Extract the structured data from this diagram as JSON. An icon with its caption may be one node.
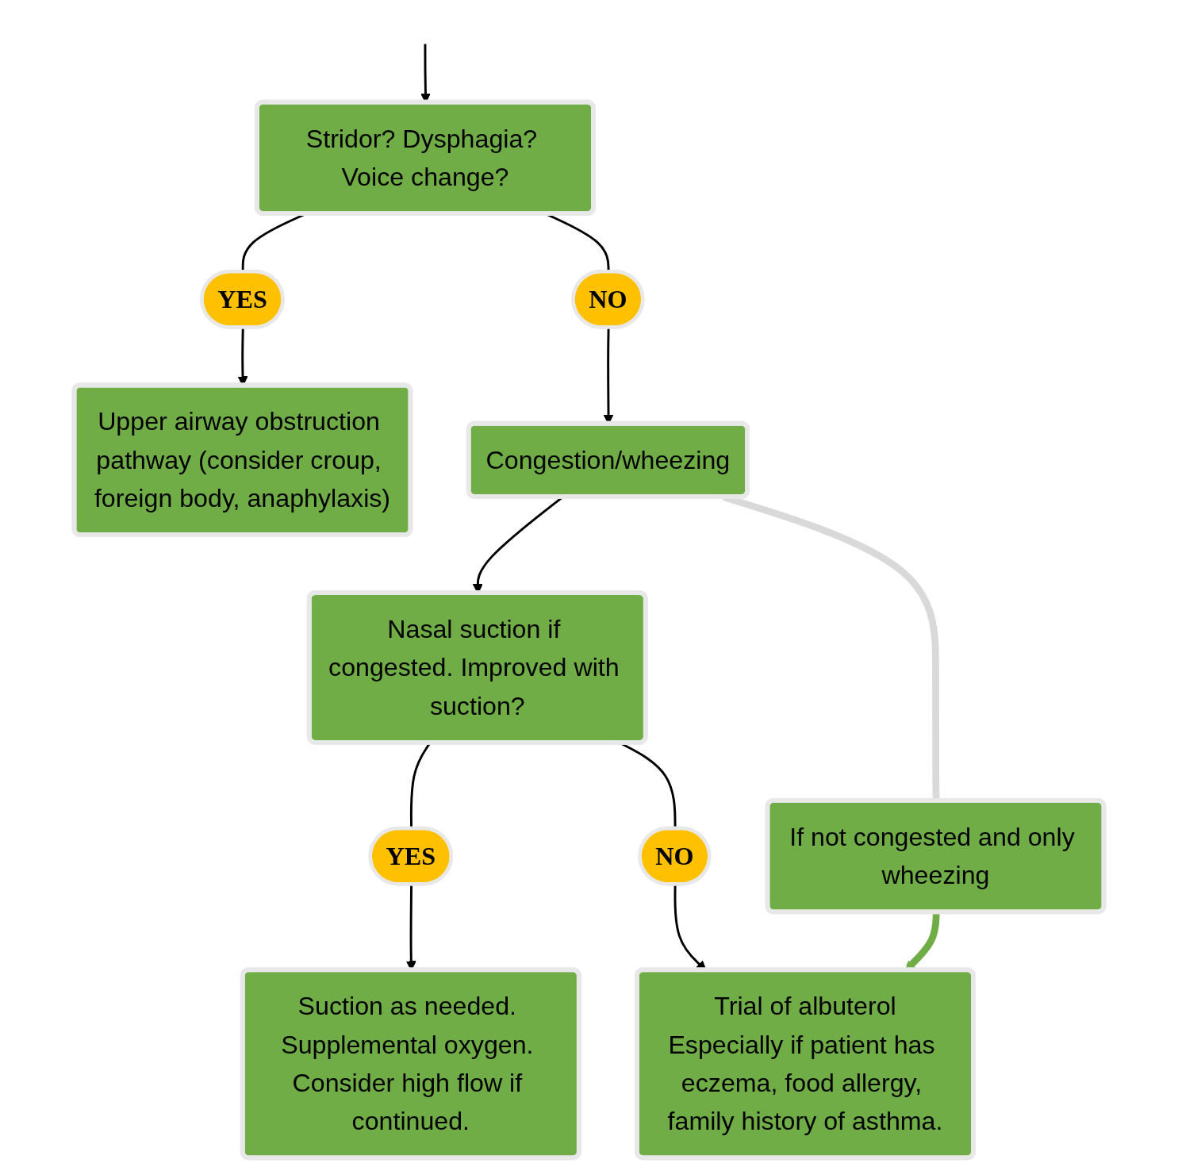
{
  "diagram": {
    "nodes": [
      {
        "text": [
          "Stridor? Dysphagia? Voice change?"
        ]
      },
      {
        "text": [
          "YES"
        ]
      },
      {
        "text": [
          "Upper airway obstruction pathway (consider croup, foreign body, anaphylaxis)"
        ]
      },
      {
        "text": [
          "NO"
        ]
      },
      {
        "text": [
          "Congestion/wheezing"
        ]
      },
      {
        "text": [
          "Nasal suction if congested. Improved with suction?"
        ]
      },
      {
        "text": [
          "YES"
        ]
      },
      {
        "text": [
          "Suction as needed. Supplemental oxygen. Consider high flow if continued."
        ]
      },
      {
        "text": [
          "If not congested and only wheezing"
        ]
      },
      {
        "text": [
          "NO"
        ]
      },
      {
        "text": [
          "Trial of albuterol",
          "Especially if patient has eczema, food allergy, family history of asthma."
        ]
      }
    ],
    "edges": [
      {
        "from": null,
        "to": 0,
        "arrow": "to"
      },
      {
        "from": 0,
        "to": 1,
        "arrow": "none"
      },
      {
        "from": 1,
        "to": 2,
        "arrow": "to"
      },
      {
        "from": 0,
        "to": 3,
        "arrow": "none"
      },
      {
        "from": 3,
        "to": 4,
        "arrow": "to"
      },
      {
        "from": 4,
        "to": 5,
        "arrow": "to"
      },
      {
        "from": 5,
        "to": 6,
        "arrow": "none"
      },
      {
        "from": 6,
        "to": 7,
        "arrow": "to"
      },
      {
        "from": 5,
        "to": 9,
        "arrow": "none"
      },
      {
        "from": 9,
        "to": 10,
        "arrow": "to"
      },
      {
        "from": 4,
        "to": 8,
        "arrow": "none",
        "color": "#d9d9d9",
        "style": "thick"
      },
      {
        "from": 8,
        "to": 10,
        "arrow": "to",
        "color": "#70ad47",
        "style": "thick"
      }
    ]
  }
}
